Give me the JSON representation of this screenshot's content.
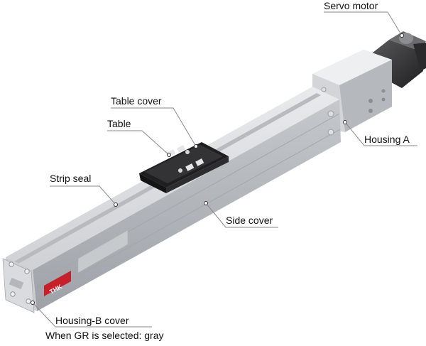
{
  "labels": {
    "servo_motor": "Servo motor",
    "table_cover": "Table cover",
    "table": "Table",
    "housing_a": "Housing A",
    "strip_seal": "Strip seal",
    "side_cover": "Side cover",
    "housing_b_cover": "Housing-B cover",
    "housing_b_note": "When GR is selected: gray"
  },
  "logo_text": "THK",
  "colors": {
    "rail_top": "#dcdde0",
    "rail_side": "#b9bcc1",
    "housing": "#cfd1d4",
    "table_cover": "#2b2b2d",
    "motor": "#3a3a3c",
    "logo_bg": "#c8202a",
    "leader": "#8a8a8a"
  }
}
